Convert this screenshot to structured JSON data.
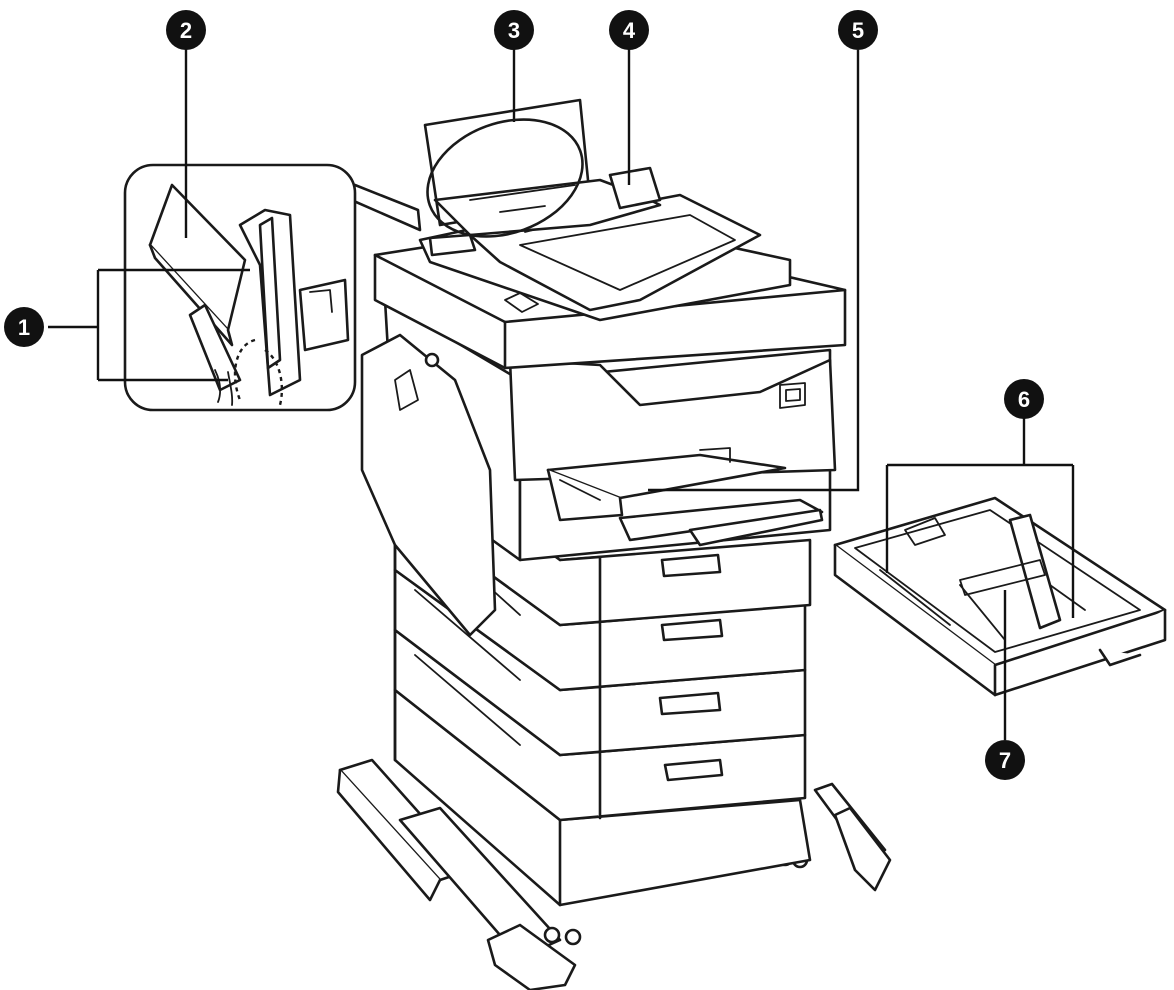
{
  "colors": {
    "ink": "#1a1a1a",
    "callout": "#111111",
    "callout_text": "#ffffff",
    "paper": "#ffffff"
  },
  "callouts": [
    {
      "id": "1",
      "label": "1"
    },
    {
      "id": "2",
      "label": "2"
    },
    {
      "id": "3",
      "label": "3"
    },
    {
      "id": "4",
      "label": "4"
    },
    {
      "id": "5",
      "label": "5"
    },
    {
      "id": "6",
      "label": "6"
    },
    {
      "id": "7",
      "label": "7"
    }
  ]
}
